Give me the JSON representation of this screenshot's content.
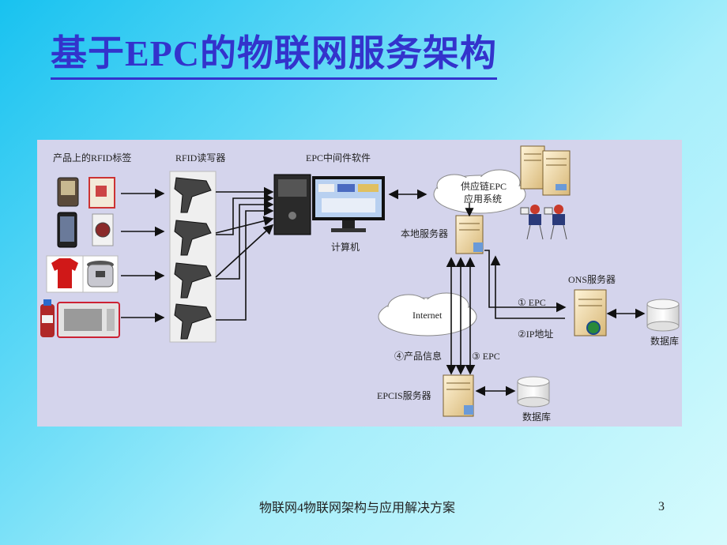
{
  "slide": {
    "title": "基于EPC的物联网服务架构",
    "footer": "物联网4物联网架构与应用解决方案",
    "page_number": "3"
  },
  "diagram": {
    "labels": {
      "tags": "产品上的RFID标签",
      "readers": "RFID读写器",
      "middleware": "EPC中间件软件",
      "computer": "计算机",
      "supply_chain_line1": "供应链EPC",
      "supply_chain_line2": "应用系统",
      "local_server": "本地服务器",
      "internet": "Internet",
      "ons_server": "ONS服务器",
      "step1": "① EPC",
      "step2": "②IP地址",
      "step3": "③ EPC",
      "step4": "④产品信息",
      "epcis_server": "EPCIS服务器",
      "database_ons": "数据库",
      "database_epcis": "数据库"
    }
  }
}
